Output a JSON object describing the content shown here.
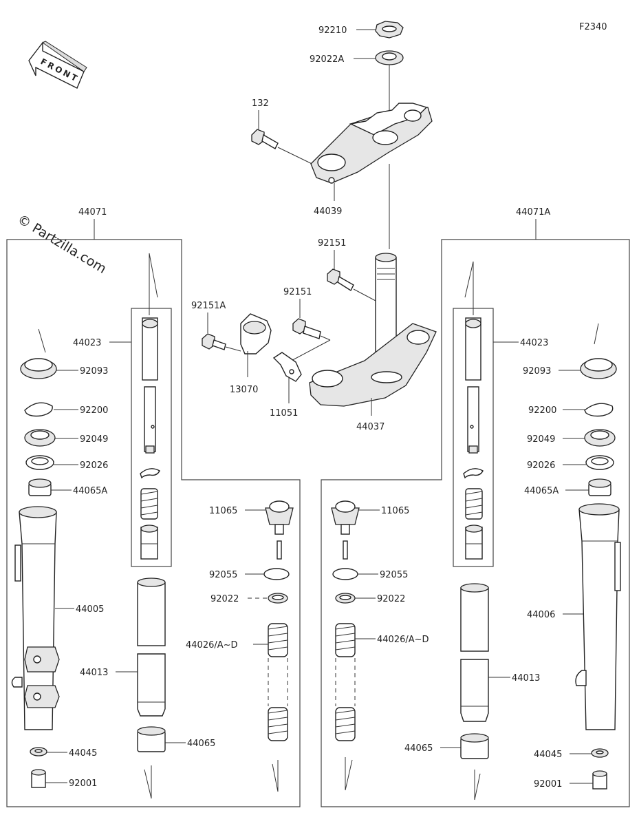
{
  "diagram_code": "F2340",
  "watermark": "© Partzilla.com",
  "front_arrow_label": "FRONT",
  "labels": {
    "p92210": "92210",
    "p92022A": "92022A",
    "p132": "132",
    "p44039": "44039",
    "p44071": "44071",
    "p44071A": "44071A",
    "p92151_top": "92151",
    "p92151_mid": "92151",
    "p92151A": "92151A",
    "p13070": "13070",
    "p11051": "11051",
    "p44037": "44037",
    "L_44023": "44023",
    "L_92093": "92093",
    "L_92200": "92200",
    "L_92049": "92049",
    "L_92026": "92026",
    "L_44065A": "44065A",
    "L_44005": "44005",
    "L_44013": "44013",
    "L_44065": "44065",
    "L_44045": "44045",
    "L_92001": "92001",
    "L_11065": "11065",
    "L_92055": "92055",
    "L_92022": "92022",
    "L_44026": "44026/A~D",
    "R_44023": "44023",
    "R_92093": "92093",
    "R_92200": "92200",
    "R_92049": "92049",
    "R_92026": "92026",
    "R_44065A": "44065A",
    "R_44006": "44006",
    "R_44013": "44013",
    "R_44065": "44065",
    "R_44045": "44045",
    "R_92001": "92001",
    "R_11065": "11065",
    "R_92055": "92055",
    "R_92022": "92022",
    "R_44026": "44026/A~D"
  }
}
